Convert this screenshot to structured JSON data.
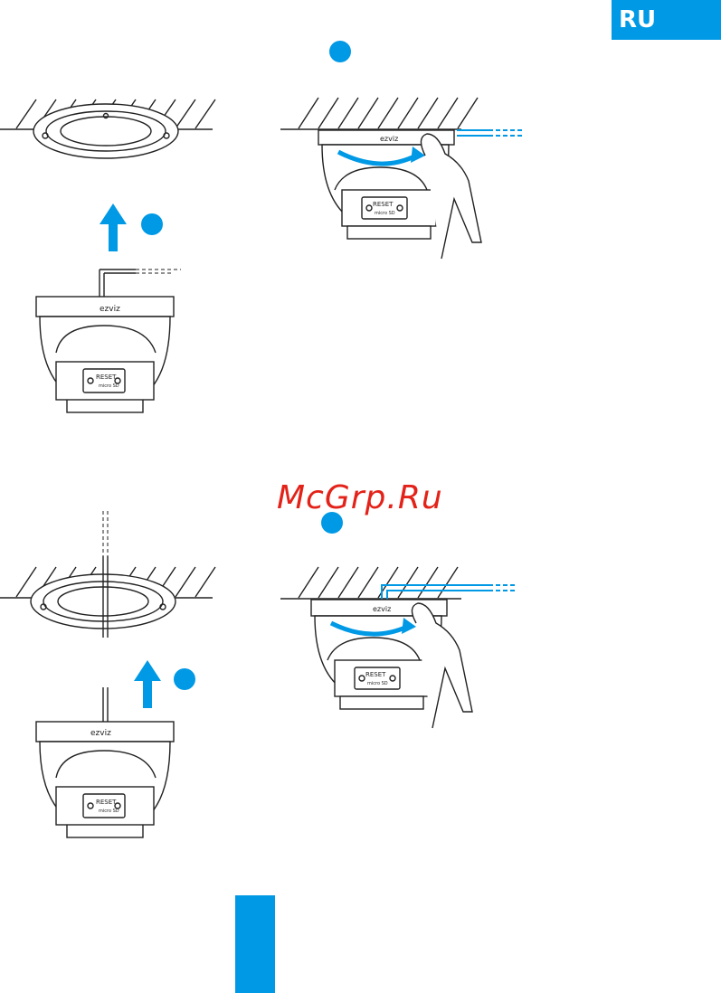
{
  "language_badge": "RU",
  "watermark": "McGrp.Ru",
  "camera": {
    "brand": "ezviz",
    "reset_label": "RESET",
    "card_label": "micro SD"
  },
  "colors": {
    "accent": "#0099e5",
    "watermark": "#e32219"
  },
  "icons": {
    "arrow": "arrow-up-icon",
    "rotate": "rotate-arrow-icon"
  }
}
